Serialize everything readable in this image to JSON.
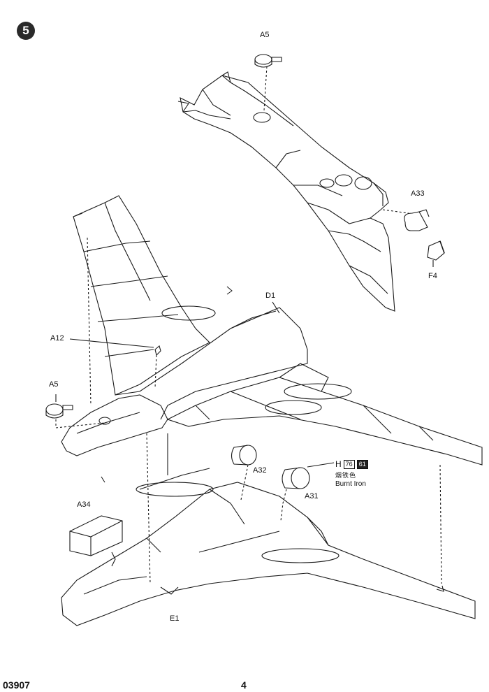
{
  "step": {
    "number": "5"
  },
  "parts": {
    "a5_top": "A5",
    "a33": "A33",
    "f4": "F4",
    "d1": "D1",
    "a12": "A12",
    "a5_left": "A5",
    "a32": "A32",
    "a31": "A31",
    "a34": "A34",
    "e1": "E1"
  },
  "paint_callout": {
    "letter": "H",
    "code_a": "76",
    "code_b": "61",
    "name_cn": "烟铁色",
    "name_en": "Burnt Iron"
  },
  "footer": {
    "product_code": "03907",
    "page_number": "4"
  },
  "colors": {
    "line": "#1a1a1a",
    "badge": "#2a2a2a",
    "paper": "#ffffff"
  }
}
